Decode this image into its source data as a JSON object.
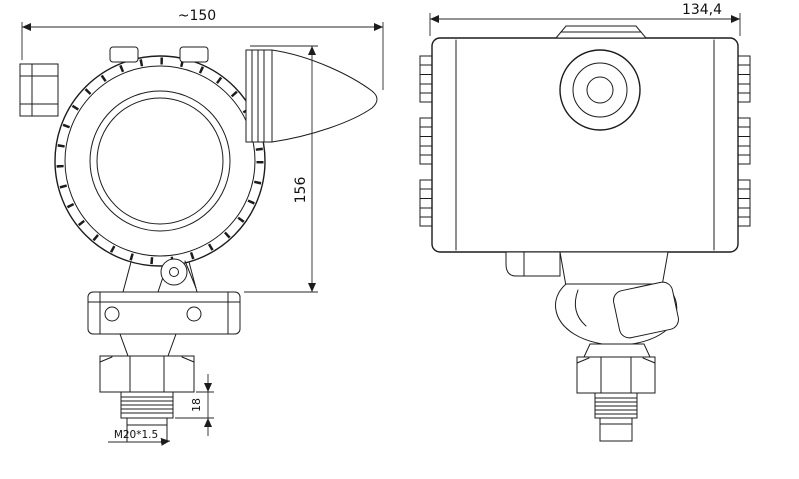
{
  "drawing": {
    "dimensions": {
      "front_width": "~150",
      "front_height": "156",
      "thread_length": "18",
      "thread_spec": "M20*1.5",
      "side_width": "134,4"
    }
  }
}
